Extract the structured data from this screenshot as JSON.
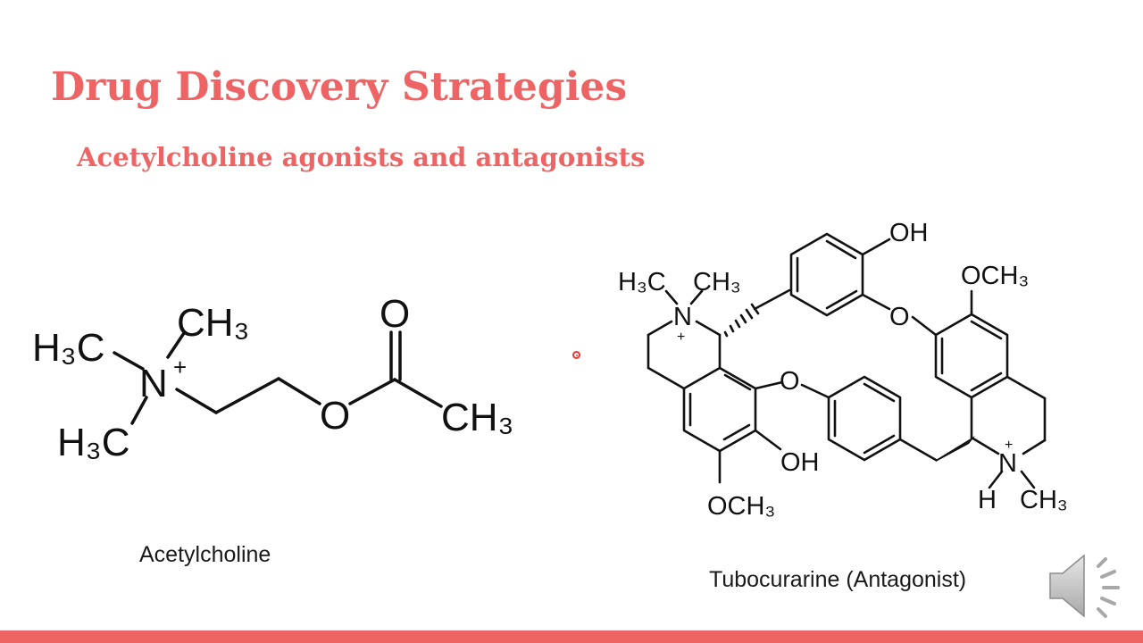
{
  "slide": {
    "title": "Drug Discovery Strategies",
    "subtitle": "Acetylcholine agonists and antagonists",
    "accent_color": "#ee6363",
    "molecules": [
      {
        "caption": "Acetylcholine",
        "labels": {
          "h3c_top": "H₃C",
          "ch3_top": "CH₃",
          "n": "N",
          "n_charge": "+",
          "h3c_bottom": "H₃C",
          "ester_o": "O",
          "carbonyl_o": "O",
          "ch3_right": "CH₃"
        }
      },
      {
        "caption": "Tubocurarine (Antagonist)",
        "labels": {
          "oh_top": "OH",
          "h3c_left": "H₃C",
          "ch3_left": "CH₃",
          "n_left": "N",
          "n_left_charge": "+",
          "och3_right": "OCH₃",
          "o_bridge_top": "O",
          "o_bridge_left": "O",
          "oh_bottom": "OH",
          "och3_bottom": "OCH₃",
          "n_right": "N",
          "n_right_charge": "+",
          "h_right": "H",
          "ch3_right": "CH₃"
        }
      }
    ]
  },
  "controls": {
    "audio": {
      "icon": "speaker-icon"
    }
  }
}
